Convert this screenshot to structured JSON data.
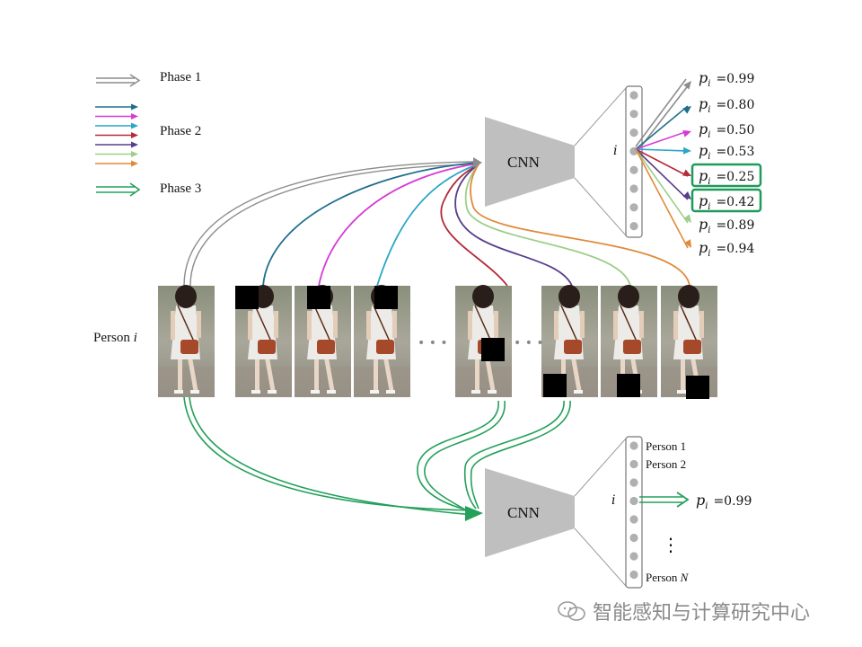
{
  "legend": {
    "phase1": "Phase 1",
    "phase2": "Phase 2",
    "phase3": "Phase 3",
    "phase2_colors": [
      "#1f6f8b",
      "#d63bd4",
      "#2aa6c7",
      "#b52a3a",
      "#5a3d8a",
      "#9ccf8a",
      "#e08a3a"
    ],
    "phase1_color": "#8c8c8c",
    "phase3_color": "#23a05a"
  },
  "person_label": "Person",
  "person_var": "i",
  "cnn_top": "CNN",
  "cnn_bottom": "CNN",
  "node_var": "i",
  "probs_top": [
    {
      "label": "p",
      "sub": "i",
      "value": "=0.99",
      "highlight": false
    },
    {
      "label": "p",
      "sub": "i",
      "value": "=0.80",
      "highlight": false
    },
    {
      "label": "p",
      "sub": "i",
      "value": "=0.50",
      "highlight": false
    },
    {
      "label": "p",
      "sub": "i",
      "value": "=0.53",
      "highlight": false
    },
    {
      "label": "p",
      "sub": "i",
      "value": "=0.25",
      "highlight": true
    },
    {
      "label": "p",
      "sub": "i",
      "value": "=0.42",
      "highlight": true
    },
    {
      "label": "p",
      "sub": "i",
      "value": "=0.89",
      "highlight": false
    },
    {
      "label": "p",
      "sub": "i",
      "value": "=0.94",
      "highlight": false
    }
  ],
  "prob_bottom": {
    "label": "p",
    "sub": "i",
    "value": "=0.99"
  },
  "person_list": {
    "p1": "Person 1",
    "p2": "Person 2",
    "dots": "⋮",
    "pn_prefix": "Person",
    "pn_var": "N"
  },
  "ellipsis": "• • •",
  "highlight_color": "#1f9a5a",
  "watermark": "智能感知与计算研究中心"
}
